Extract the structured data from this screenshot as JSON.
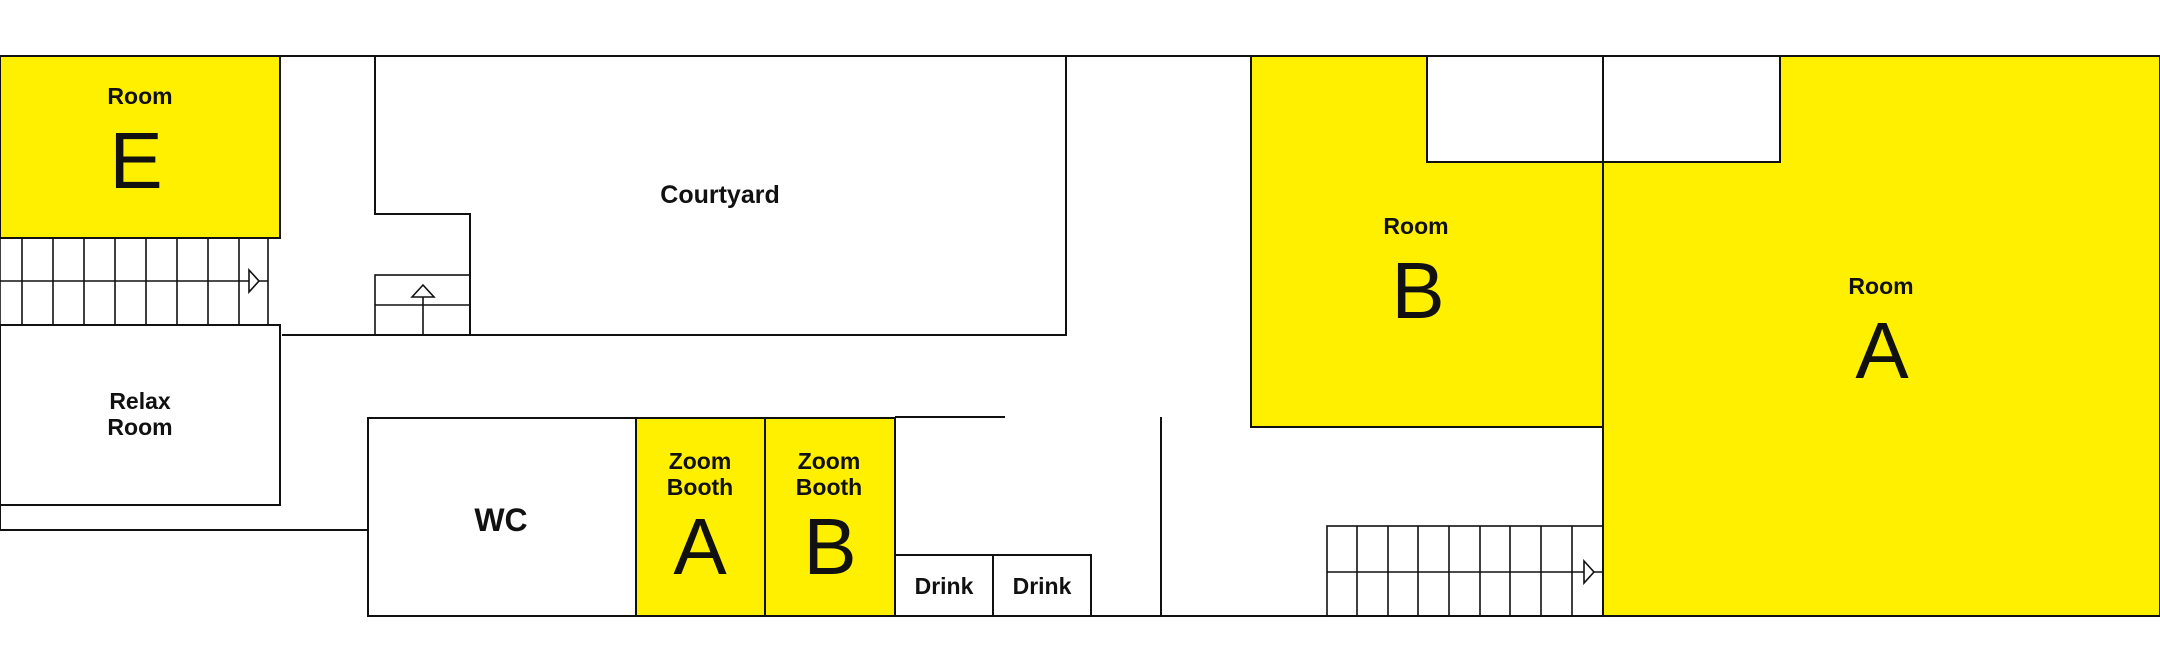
{
  "floorplan": {
    "room_e": {
      "label": "Room",
      "letter": "E"
    },
    "courtyard": {
      "label": "Courtyard"
    },
    "room_b": {
      "label": "Room",
      "letter": "B"
    },
    "room_a": {
      "label": "Room",
      "letter": "A"
    },
    "relax_room": {
      "line1": "Relax",
      "line2": "Room"
    },
    "wc": {
      "label": "WC"
    },
    "zoom_booth_a": {
      "line1": "Zoom",
      "line2": "Booth",
      "letter": "A"
    },
    "zoom_booth_b": {
      "line1": "Zoom",
      "line2": "Booth",
      "letter": "B"
    },
    "drink_1": {
      "label": "Drink"
    },
    "drink_2": {
      "label": "Drink"
    }
  },
  "colors": {
    "highlight": "#fff000",
    "line": "#111111",
    "background": "#ffffff"
  }
}
